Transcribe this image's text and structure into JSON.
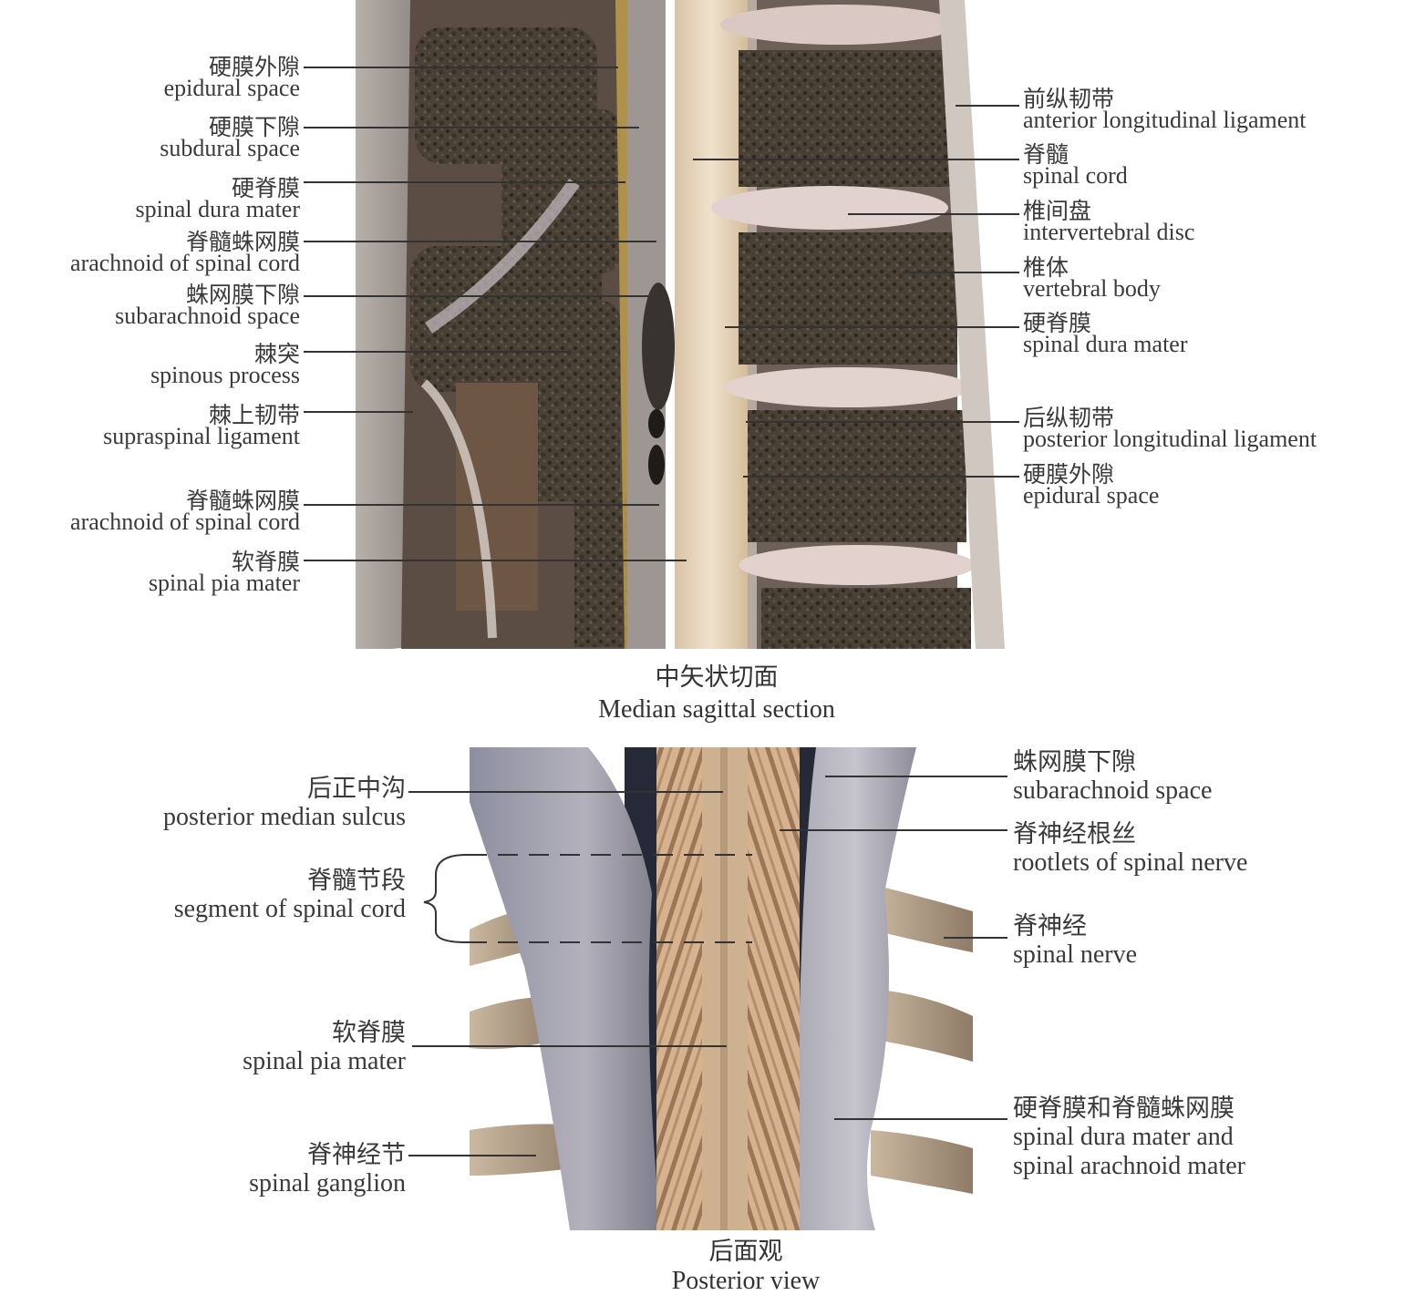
{
  "top_panel": {
    "caption_zh": "中矢状切面",
    "caption_en": "Median sagittal section",
    "left_labels": [
      {
        "zh": "硬膜外隙",
        "en": "epidural space"
      },
      {
        "zh": "硬膜下隙",
        "en": "subdural space"
      },
      {
        "zh": "硬脊膜",
        "en": "spinal dura mater"
      },
      {
        "zh": "脊髓蛛网膜",
        "en": "arachnoid of spinal cord"
      },
      {
        "zh": "蛛网膜下隙",
        "en": "subarachnoid space"
      },
      {
        "zh": "棘突",
        "en": "spinous process"
      },
      {
        "zh": "棘上韧带",
        "en": "supraspinal ligament"
      },
      {
        "zh": "脊髓蛛网膜",
        "en": "arachnoid of spinal cord"
      },
      {
        "zh": "软脊膜",
        "en": "spinal pia mater"
      }
    ],
    "right_labels": [
      {
        "zh": "前纵韧带",
        "en": "anterior longitudinal ligament"
      },
      {
        "zh": "脊髓",
        "en": "spinal cord"
      },
      {
        "zh": "椎间盘",
        "en": "intervertebral disc"
      },
      {
        "zh": "椎体",
        "en": "vertebral body"
      },
      {
        "zh": "硬脊膜",
        "en": "spinal dura mater"
      },
      {
        "zh": "后纵韧带",
        "en": "posterior longitudinal ligament"
      },
      {
        "zh": "硬膜外隙",
        "en": "epidural space"
      }
    ]
  },
  "bottom_panel": {
    "caption_zh": "后面观",
    "caption_en": "Posterior view",
    "left_labels": [
      {
        "zh": "后正中沟",
        "en": "posterior median sulcus"
      },
      {
        "zh": "脊髓节段",
        "en": "segment of spinal cord"
      },
      {
        "zh": "软脊膜",
        "en": "spinal pia mater"
      },
      {
        "zh": "脊神经节",
        "en": "spinal ganglion"
      }
    ],
    "right_labels": [
      {
        "zh": "蛛网膜下隙",
        "en": "subarachnoid space"
      },
      {
        "zh": "脊神经根丝",
        "en": "rootlets of spinal nerve"
      },
      {
        "zh": "脊神经",
        "en": "spinal nerve"
      },
      {
        "zh": "硬脊膜和脊髓蛛网膜",
        "en": "spinal dura mater and",
        "en2": "spinal arachnoid mater"
      }
    ]
  }
}
